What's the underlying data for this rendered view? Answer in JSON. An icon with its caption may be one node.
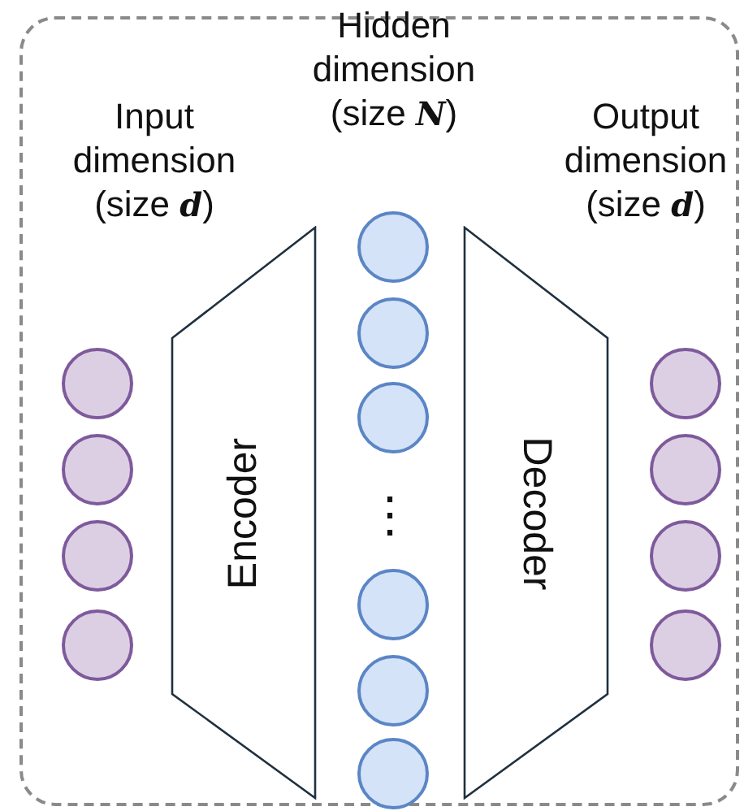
{
  "diagram": {
    "nodes": [
      {
        "text": [],
        "shape": "box"
      },
      {
        "text": [],
        "shape": "circle",
        "in": 0
      },
      {
        "text": [],
        "shape": "circle",
        "in": 0
      },
      {
        "text": [],
        "shape": "circle",
        "in": 0
      },
      {
        "text": [],
        "shape": "circle",
        "in": 0
      },
      {
        "text": [
          "Encoder"
        ],
        "in": 0
      },
      {
        "text": [],
        "shape": "circle",
        "in": 0
      },
      {
        "text": [],
        "shape": "circle",
        "in": 0
      },
      {
        "text": [],
        "shape": "circle",
        "in": 0
      },
      {
        "text": [],
        "shape": "circle",
        "in": 0
      },
      {
        "text": [],
        "shape": "circle",
        "in": 0
      },
      {
        "text": [],
        "shape": "circle",
        "in": 0
      },
      {
        "text": [
          "Decoder"
        ],
        "in": 0
      },
      {
        "text": [],
        "shape": "circle",
        "in": 0
      },
      {
        "text": [],
        "shape": "circle",
        "in": 0
      },
      {
        "text": [],
        "shape": "circle",
        "in": 0
      },
      {
        "text": [],
        "shape": "circle",
        "in": 0
      }
    ],
    "edges": [],
    "labels": [
      "Hidden dimension (size **N**)",
      "Input dimension (size **d**)",
      "Output dimension (size **d**)",
      "⋮"
    ]
  }
}
